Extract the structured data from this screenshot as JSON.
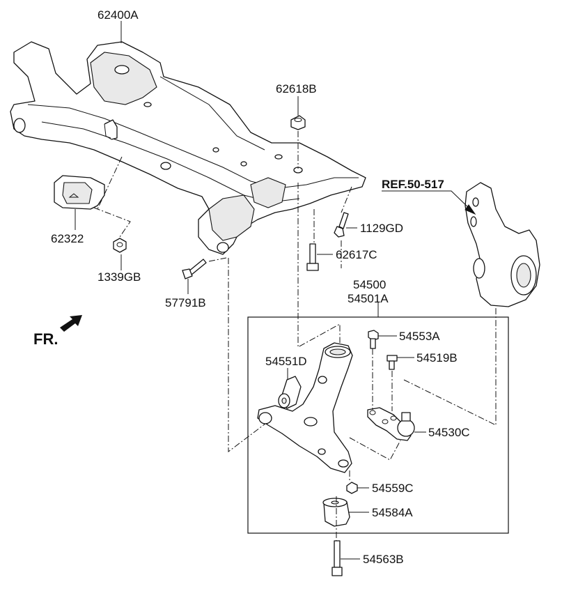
{
  "parts": {
    "subframe": "62400A",
    "nut_top": "62618B",
    "bolt_1129": "1129GD",
    "bolt_62617": "62617C",
    "bracket": "62322",
    "nut_1339": "1339GB",
    "bolt_57791": "57791B",
    "arm_assy": "54500",
    "arm_assy_alt": "54501A",
    "bolt_54553": "54553A",
    "bolt_54519": "54519B",
    "bushing_front": "54551D",
    "ball_joint": "54530C",
    "nut_54559": "54559C",
    "bushing_rear": "54584A",
    "bolt_54563": "54563B"
  },
  "reference": "REF.50-517",
  "direction": "FR."
}
